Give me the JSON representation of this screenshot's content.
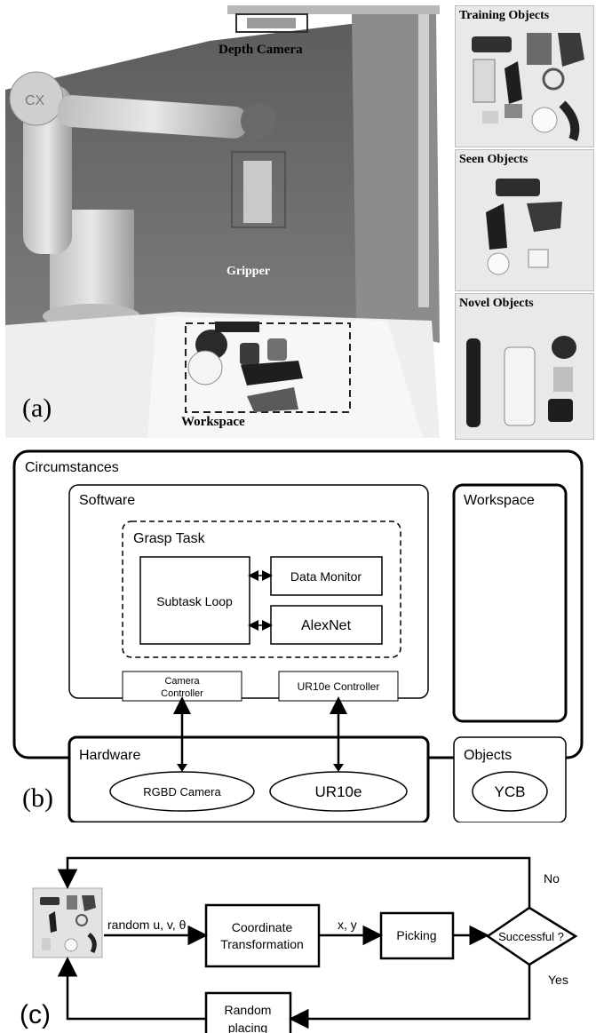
{
  "panel_a": {
    "label": "(a)",
    "depth_camera_label": "Depth Camera",
    "gripper_label": "Gripper",
    "workspace_label": "Workspace",
    "training_objects_label": "Training Objects",
    "seen_objects_label": "Seen Objects",
    "novel_objects_label": "Novel Objects"
  },
  "panel_b": {
    "label": "(b)",
    "circumstances_label": "Circumstances",
    "software_label": "Software",
    "grasp_task_label": "Grasp Task",
    "subtask_loop_label": "Subtask Loop",
    "data_monitor_label": "Data Monitor",
    "alexnet_label": "AlexNet",
    "camera_controller_line1": "Camera",
    "camera_controller_line2": "Controller",
    "ur10e_controller_label": "UR10e Controller",
    "workspace_label": "Workspace",
    "hardware_label": "Hardware",
    "rgbd_camera_label": "RGBD Camera",
    "ur10e_label": "UR10e",
    "objects_label": "Objects",
    "ycb_label": "YCB"
  },
  "panel_c": {
    "label": "(c)",
    "random_uv_label": "random u, v, θ",
    "coord_line1": "Coordinate",
    "coord_line2": "Transformation",
    "xy_label": "x, y",
    "picking_label": "Picking",
    "successful_label": "Successful ?",
    "no_label": "No",
    "yes_label": "Yes",
    "random_line1": "Random",
    "random_line2": "placing"
  }
}
